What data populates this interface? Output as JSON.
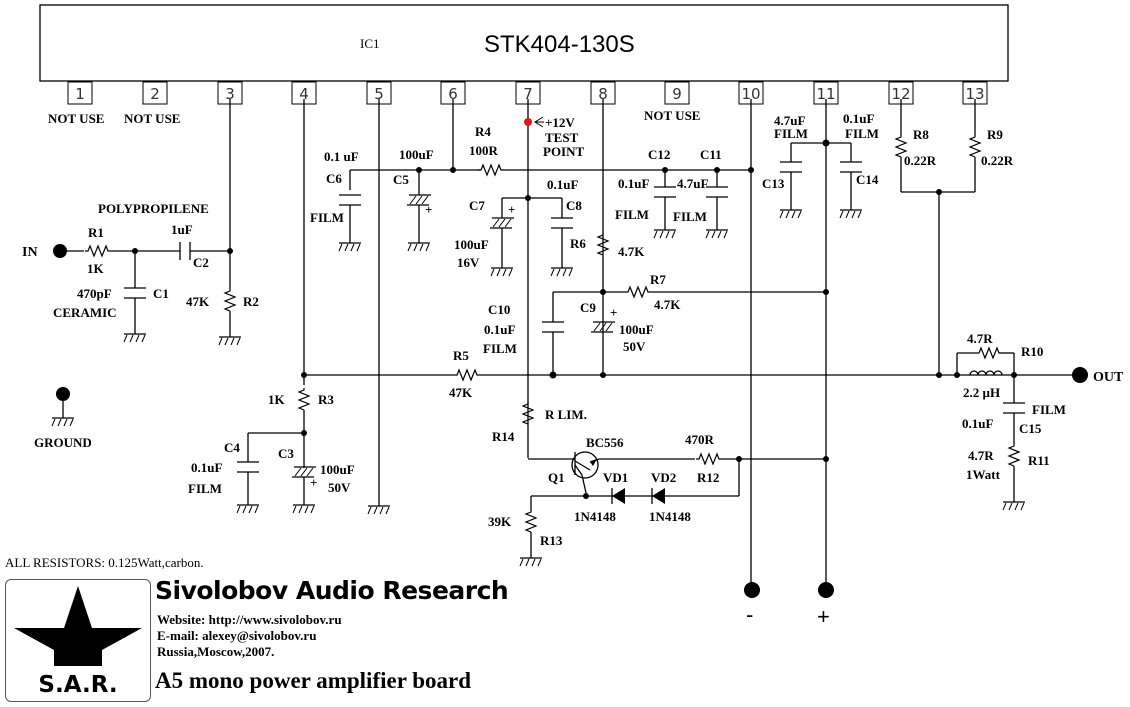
{
  "ic": {
    "ref": "IC1",
    "part": "STK404-130S",
    "pins": [
      "1",
      "2",
      "3",
      "4",
      "5",
      "6",
      "7",
      "8",
      "9",
      "10",
      "11",
      "12",
      "13"
    ],
    "pin_notes": {
      "p1": "NOT USE",
      "p2": "NOT USE",
      "p9": "NOT USE"
    }
  },
  "input": {
    "in_label": "IN",
    "r1": {
      "ref": "R1",
      "value": "1K"
    },
    "c1": {
      "ref": "C1",
      "value": "470pF",
      "type": "CERAMIC"
    },
    "c2": {
      "ref": "C2",
      "value": "1uF",
      "type": "POLYPROPILENE"
    },
    "r2": {
      "ref": "R2",
      "value": "47K"
    }
  },
  "ground_terminal": {
    "label": "GROUND"
  },
  "feedback": {
    "r3": {
      "ref": "R3",
      "value": "1K"
    },
    "c3": {
      "ref": "C3",
      "value": "100uF",
      "voltage": "50V",
      "polarity": "+"
    },
    "c4": {
      "ref": "C4",
      "value": "0.1uF",
      "type": "FILM"
    },
    "r5": {
      "ref": "R5",
      "value": "47K"
    }
  },
  "supply_filter": {
    "c6": {
      "ref": "C6",
      "value": "0.1 uF",
      "type": "FILM"
    },
    "c5": {
      "ref": "C5",
      "value": "100uF",
      "polarity": "+"
    },
    "r4": {
      "ref": "R4",
      "value": "100R"
    },
    "test_point": {
      "label_line1": "+12V",
      "label_line2": "TEST",
      "label_line3": "POINT",
      "color": "#e8141b"
    },
    "c7": {
      "ref": "C7",
      "value": "100uF",
      "voltage": "16V",
      "polarity": "+"
    },
    "c8": {
      "ref": "C8",
      "value": "0.1uF"
    },
    "c12": {
      "ref": "C12",
      "value": "0.1uF",
      "type": "FILM"
    },
    "c11": {
      "ref": "C11",
      "value": "4.7uF",
      "type": "FILM"
    }
  },
  "bootstrap": {
    "r6": {
      "ref": "R6",
      "value": "4.7K"
    },
    "r7": {
      "ref": "R7",
      "value": "4.7K"
    },
    "c9": {
      "ref": "C9",
      "value": "100uF",
      "voltage": "50V",
      "polarity": "+"
    },
    "c10": {
      "ref": "C10",
      "value": "0.1uF",
      "type": "FILM"
    }
  },
  "decoupling": {
    "c13": {
      "ref": "C13",
      "value": "4.7uF",
      "type": "FILM"
    },
    "c14": {
      "ref": "C14",
      "value": "0.1uF",
      "type": "FILM"
    }
  },
  "output_stage": {
    "r8": {
      "ref": "R8",
      "value": "0.22R"
    },
    "r9": {
      "ref": "R9",
      "value": "0.22R"
    },
    "r10": {
      "ref": "R10",
      "value": "4.7R"
    },
    "l1": {
      "value": "2.2 µH"
    },
    "c15": {
      "ref": "C15",
      "value": "0.1uF",
      "type": "FILM"
    },
    "r11": {
      "ref": "R11",
      "value": "4.7R",
      "power": "1Watt"
    },
    "out_label": "OUT"
  },
  "bias": {
    "r14": {
      "ref": "R14",
      "note": "R LIM."
    },
    "q1": {
      "ref": "Q1",
      "part": "BC556"
    },
    "r12": {
      "ref": "R12",
      "value": "470R"
    },
    "vd1": {
      "ref": "VD1",
      "part": "1N4148"
    },
    "vd2": {
      "ref": "VD2",
      "part": "1N4148"
    },
    "r13": {
      "ref": "R13",
      "value": "39K"
    }
  },
  "power_terminals": {
    "minus": "-",
    "plus": "+"
  },
  "notes": {
    "resistors": "ALL RESISTORS: 0.125Watt,carbon."
  },
  "branding": {
    "logo_text": "S.A.R.",
    "company": "Sivolobov Audio Research",
    "website": "Website: http://www.sivolobov.ru",
    "email": "E-mail: alexey@sivolobov.ru",
    "location": "Russia,Moscow,2007.",
    "title": "A5 mono power amplifier board"
  }
}
